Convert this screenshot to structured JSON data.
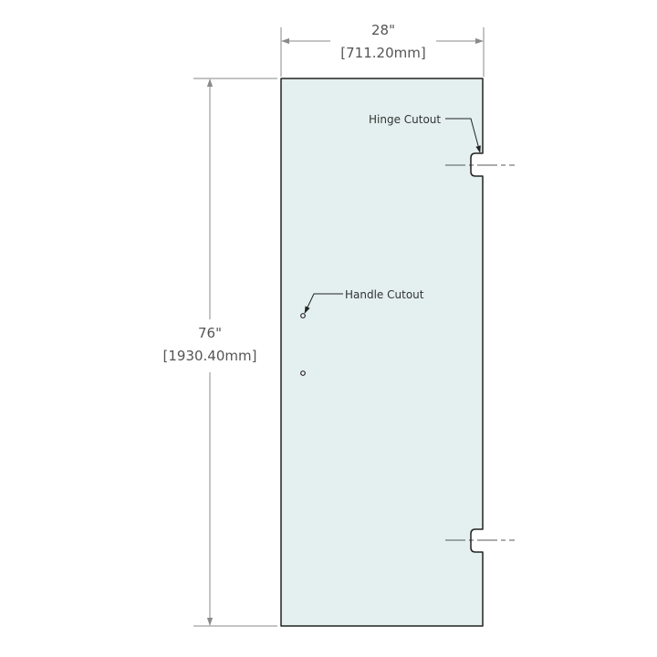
{
  "dimensions": {
    "width_imperial": "28\"",
    "width_metric": "[711.20mm]",
    "height_imperial": "76\"",
    "height_metric": "[1930.40mm]"
  },
  "callouts": {
    "hinge": "Hinge Cutout",
    "handle": "Handle Cutout"
  },
  "colors": {
    "glass_fill": "#e3f0ef",
    "outline": "#222222",
    "dimension_line": "#8a8a8a",
    "dimension_text": "#555555"
  }
}
